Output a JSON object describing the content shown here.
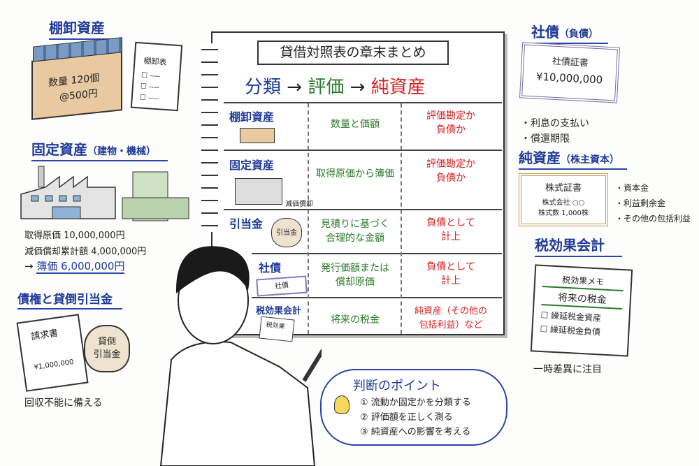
{
  "left": {
    "inventory": {
      "heading": "棚卸資産",
      "box_line1": "数量 120個",
      "box_line2": "@500円",
      "clipboard_title": "棚卸表"
    },
    "fixed": {
      "heading": "固定資産",
      "heading_sub": "（建物・機械）",
      "line1": "取得原価 10,000,000円",
      "line2": "減価償却累計額 4,000,000円",
      "arrow": "→",
      "line3": "簿価 6,000,000円"
    },
    "receivable": {
      "heading": "債権と貸倒引当金",
      "invoice_title": "請求書",
      "invoice_amount": "¥1,000,000",
      "bag_line1": "貸倒",
      "bag_line2": "引当金",
      "note": "回収不能に備える"
    }
  },
  "notebook": {
    "title": "貸借対照表の章末まとめ",
    "flow": [
      {
        "label": "分類",
        "color": "#1f3a9a"
      },
      {
        "label": "評価",
        "color": "#2a7a2a"
      },
      {
        "label": "純資産",
        "color": "#d42020"
      }
    ],
    "flow_arrow": "→",
    "rows": [
      {
        "label": "棚卸資産",
        "evaluation": "数量と価額",
        "result": "評価勘定か\n負債か"
      },
      {
        "label": "固定資産",
        "evaluation": "取得原価から簿価",
        "result": "評価勘定か\n負債か",
        "note": "減価償却"
      },
      {
        "label": "引当金",
        "evaluation": "見積りに基づく\n合理的な金額",
        "result": "負債として\n計上",
        "icon_text": "引当金"
      },
      {
        "label": "社債",
        "evaluation": "発行価額または\n償却原価",
        "result": "負債として\n計上",
        "icon_text": "社債"
      },
      {
        "label": "税効果会計",
        "evaluation": "将来の税金",
        "result": "純資産（その他の\n包括利益）など",
        "icon_text": "税効果"
      }
    ]
  },
  "right": {
    "bond": {
      "heading": "社債",
      "heading_sub": "（負債）",
      "cert_title": "社債証書",
      "cert_amount": "¥10,000,000",
      "bullets": [
        "・利息の支払い",
        "・償還期限"
      ]
    },
    "equity": {
      "heading": "純資産",
      "heading_sub": "（株主資本）",
      "cert_title": "株式証書",
      "cert_line1": "株式会社 ○○",
      "cert_line2": "株式数 1,000株",
      "bullets": [
        "・資本金",
        "・利益剰余金",
        "・その他の包括利益"
      ]
    },
    "tax": {
      "heading": "税効果会計",
      "memo_title": "税効果メモ",
      "memo_sub": "将来の税金",
      "checks": [
        "☐ 繰延税金資産",
        "☐ 繰延税金負債"
      ],
      "note": "一時差異に注目"
    }
  },
  "bubble": {
    "title": "判断のポイント",
    "icon": "lightbulb-icon",
    "points": [
      "① 流動か固定かを分類する",
      "② 評価額を正しく測る",
      "③ 純資産への影響を考える"
    ]
  }
}
